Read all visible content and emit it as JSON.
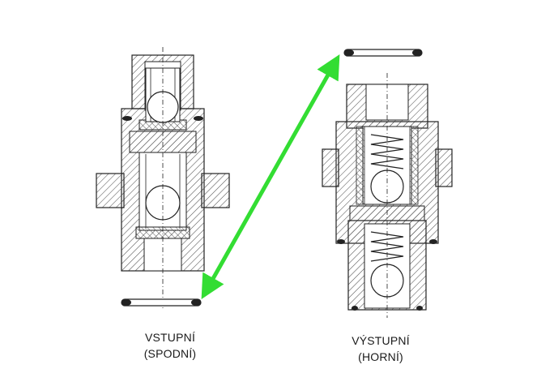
{
  "captions": {
    "inlet": {
      "line1": "VSTUPNÍ",
      "line2": "(SPODNÍ)"
    },
    "outlet": {
      "line1": "VÝSTUPNÍ",
      "line2": "(HORNÍ)"
    }
  },
  "colors": {
    "outline": "#222222",
    "hatch": "#555555",
    "arrow": "#33dd33",
    "background": "#ffffff"
  },
  "icons": {
    "arrow": "double-headed-arrow",
    "seal": "o-ring-seal"
  }
}
